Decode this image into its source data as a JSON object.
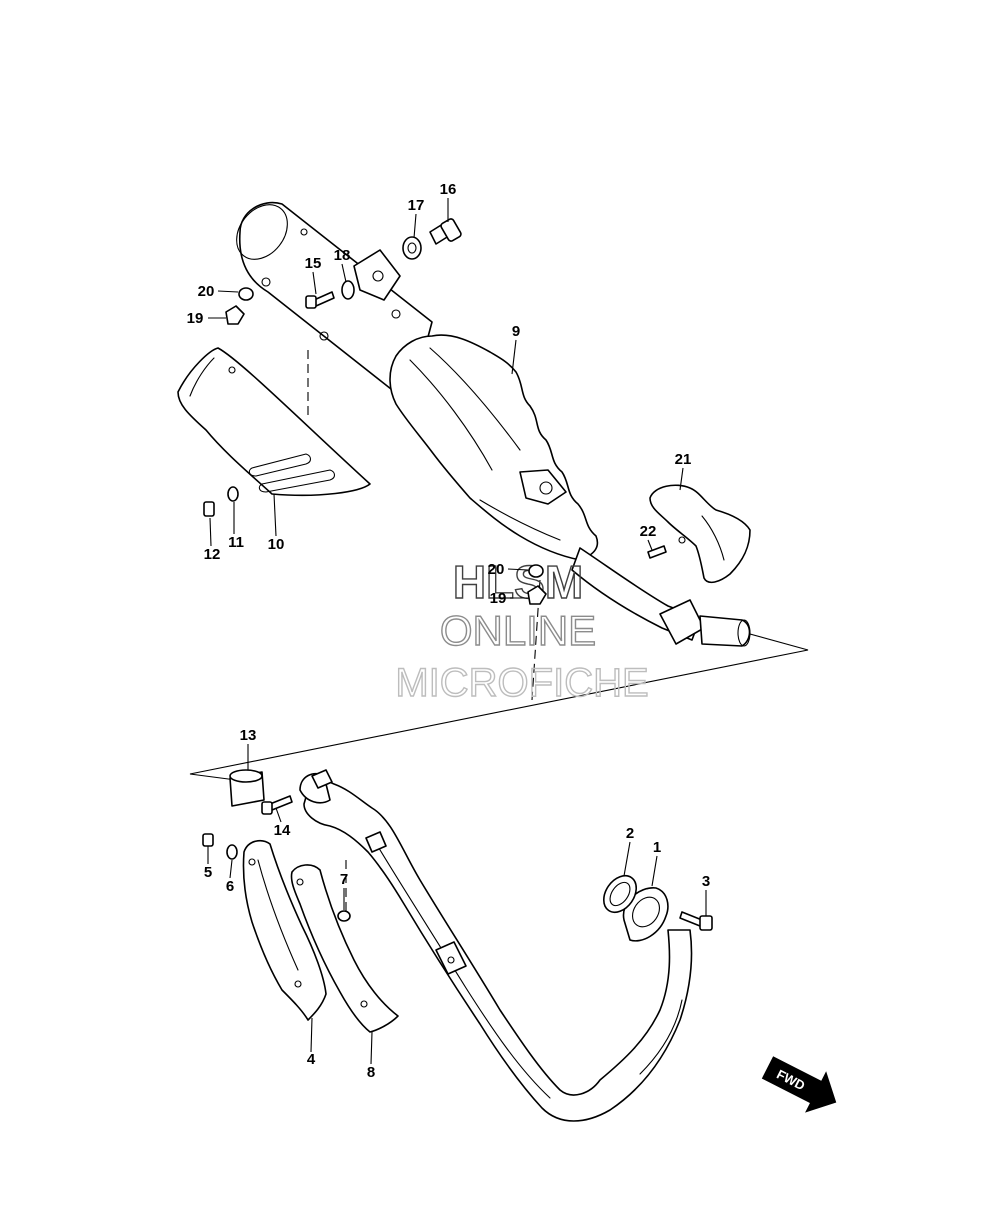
{
  "watermark": {
    "line1": "HLSM",
    "line2": "ONLINE",
    "line3": "MICROFICHE",
    "color1": "#404040",
    "color2": "#8c8c8c",
    "color3": "#bdbdbd"
  },
  "direction_label": "FWD",
  "callouts": {
    "c1": "1",
    "c2": "2",
    "c3": "3",
    "c4": "4",
    "c5": "5",
    "c6": "6",
    "c7": "7",
    "c8": "8",
    "c9": "9",
    "c10": "10",
    "c11": "11",
    "c12": "12",
    "c13": "13",
    "c14": "14",
    "c15": "15",
    "c16": "16",
    "c17": "17",
    "c18": "18",
    "c19a": "19",
    "c20a": "20",
    "c19b": "19",
    "c20b": "20",
    "c21": "21",
    "c22": "22"
  }
}
